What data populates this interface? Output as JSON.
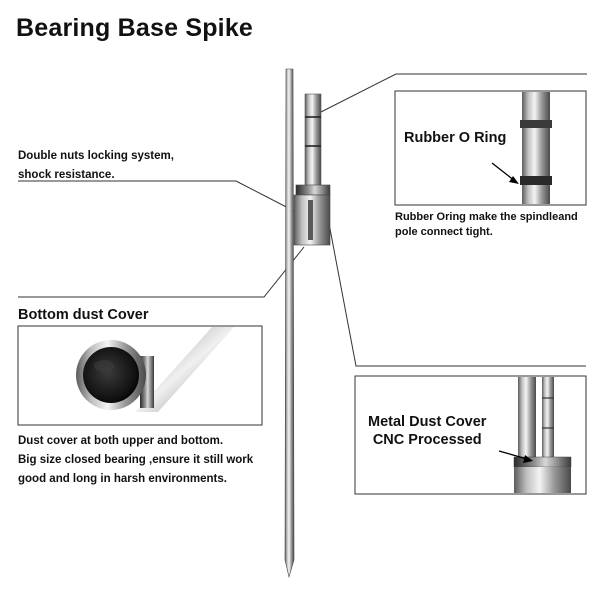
{
  "title": "Bearing Base Spike",
  "callouts": {
    "double_nuts": {
      "line1": "Double nuts locking system,",
      "line2": "shock resistance."
    },
    "rubber_o_ring": {
      "label": "Rubber O Ring",
      "caption_line1": "Rubber Oring make the spindleand",
      "caption_line2": "pole connect tight."
    },
    "bottom_dust_cover": {
      "heading": "Bottom dust Cover",
      "caption_line1": "Dust cover at both upper and bottom.",
      "caption_line2": "Big size closed bearing ,ensure it still work",
      "caption_line3": "good and long in harsh environments."
    },
    "metal_dust_cover": {
      "label_line1": "Metal Dust Cover",
      "label_line2": "CNC Processed"
    }
  }
}
